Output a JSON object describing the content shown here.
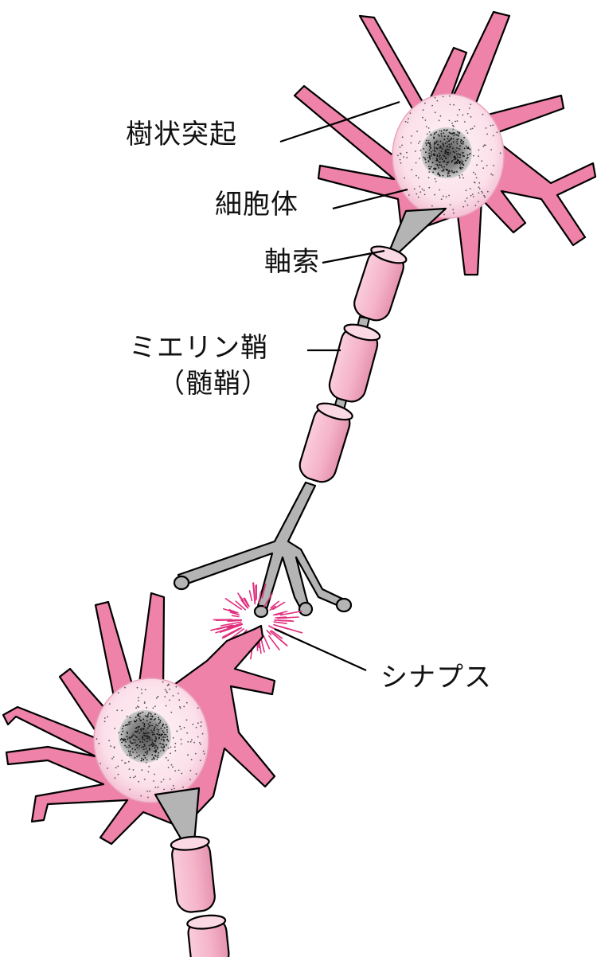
{
  "labels": {
    "dendrite": "樹状突起",
    "cell_body": "細胞体",
    "axon": "軸索",
    "myelin": "ミエリン鞘",
    "myelin_alt": "（髄鞘）",
    "synapse": "シナプス"
  },
  "colors": {
    "dendrite_pink": "#ee82a8",
    "soma_light": "#fce6ee",
    "myelin_pink": "#f5b8cc",
    "axon_gray": "#b4b4b4",
    "synapse_burst": "#e0307f",
    "nucleus_dots": "#222222"
  }
}
